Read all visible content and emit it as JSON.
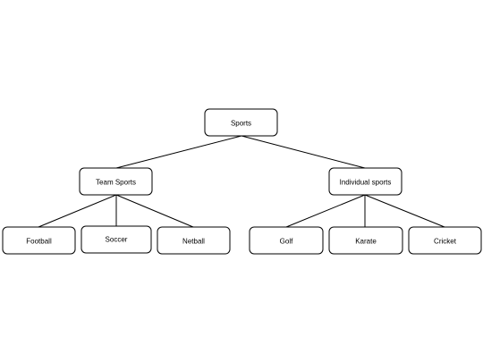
{
  "diagram": {
    "type": "tree",
    "root": "Sports",
    "categories": [
      "Team Sports",
      "Individual sports"
    ],
    "team_sports": [
      "Football",
      "Soccer",
      "Netball"
    ],
    "individual_sports": [
      "Golf",
      "Karate",
      "Cricket"
    ]
  }
}
